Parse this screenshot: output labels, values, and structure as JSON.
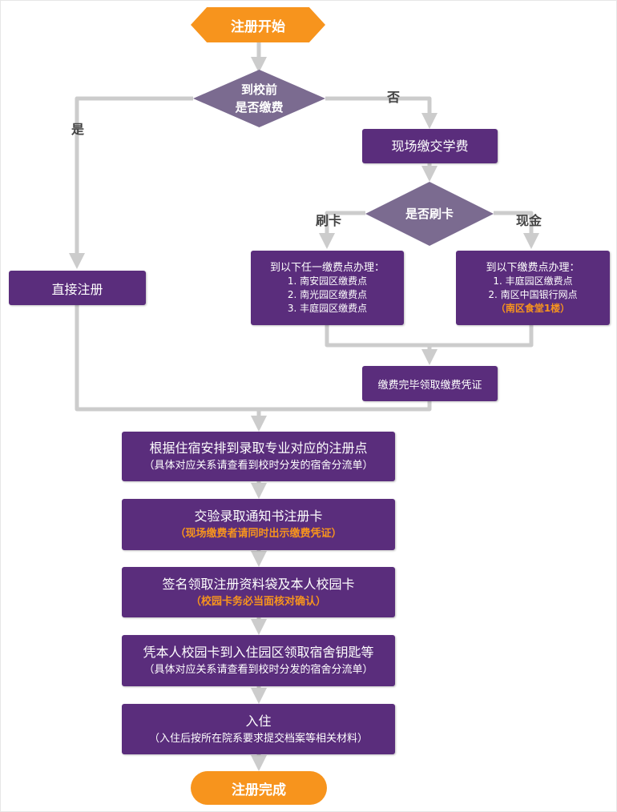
{
  "start": "注册开始",
  "end": "注册完成",
  "decision1": {
    "line1": "到校前",
    "line2": "是否缴费",
    "yes": "是",
    "no": "否"
  },
  "direct_register": "直接注册",
  "onsite_pay": "现场缴交学费",
  "decision2": {
    "text": "是否刷卡",
    "card": "刷卡",
    "cash": "现金"
  },
  "card_box": {
    "title": "到以下任一缴费点办理：",
    "items": [
      "1. 南安园区缴费点",
      "2. 南光园区缴费点",
      "3. 丰庭园区缴费点"
    ]
  },
  "cash_box": {
    "title": "到以下缴费点办理：",
    "items": [
      "1. 丰庭园区缴费点",
      "2. 南区中国银行网点"
    ],
    "note": "（南区食堂1楼）"
  },
  "receipt": "缴费完毕领取缴费凭证",
  "steps": [
    {
      "main": "根据住宿安排到录取专业对应的注册点",
      "sub": "（具体对应关系请查看到校时分发的宿舍分流单）",
      "highlight": false
    },
    {
      "main": "交验录取通知书注册卡",
      "sub": "（现场缴费者请同时出示缴费凭证）",
      "highlight": true
    },
    {
      "main": "签名领取注册资料袋及本人校园卡",
      "sub": "（校园卡务必当面核对确认）",
      "highlight": true
    },
    {
      "main": "凭本人校园卡到入住园区领取宿舍钥匙等",
      "sub": "（具体对应关系请查看到校时分发的宿舍分流单）",
      "highlight": false
    },
    {
      "main": "入住",
      "sub": "（入住后按所在院系要求提交档案等相关材料）",
      "highlight": false
    }
  ],
  "colors": {
    "purple": "#5a2d7c",
    "diamond": "#7b6b90",
    "orange": "#f7941d",
    "connector": "#cccccc"
  }
}
